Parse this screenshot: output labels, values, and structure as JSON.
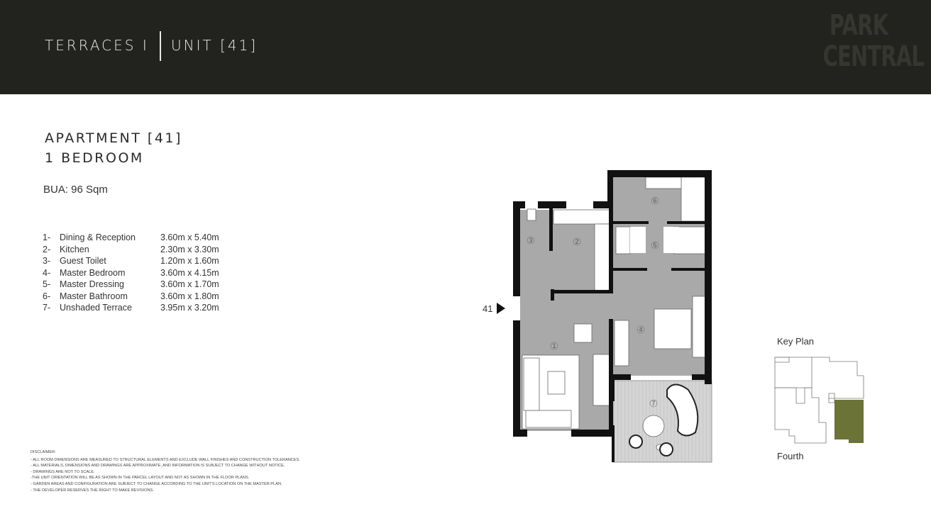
{
  "header": {
    "project": "TERRACES I",
    "unit": "UNIT [41]",
    "logo_text": [
      "PARK",
      "CENTRAL"
    ]
  },
  "apartment": {
    "title": "APARTMENT [41]",
    "type": "1 BEDROOM",
    "bua": "BUA: 96 Sqm"
  },
  "rooms": [
    {
      "num": "1-",
      "name": "Dining & Reception",
      "dims": "3.60m x 5.40m"
    },
    {
      "num": "2-",
      "name": "Kitchen",
      "dims": "2.30m x 3.30m"
    },
    {
      "num": "3-",
      "name": "Guest Toilet",
      "dims": "1.20m x 1.60m"
    },
    {
      "num": "4-",
      "name": "Master Bedroom",
      "dims": "3.60m x 4.15m"
    },
    {
      "num": "5-",
      "name": "Master Dressing",
      "dims": "3.60m x 1.70m"
    },
    {
      "num": "6-",
      "name": "Master Bathroom",
      "dims": "3.60m x 1.80m"
    },
    {
      "num": "7-",
      "name": "Unshaded Terrace",
      "dims": "3.95m x 3.20m"
    }
  ],
  "plan": {
    "unit_marker": "41",
    "room_numbers": [
      "1",
      "2",
      "3",
      "4",
      "5",
      "6",
      "7"
    ]
  },
  "key_plan": {
    "title": "Key Plan",
    "floor": "Fourth",
    "highlight_color": "#6b7337"
  },
  "disclaimer": {
    "title": "DISCLAIMER:",
    "lines": [
      "- ALL ROOM DIMENSIONS ARE MEASURED TO STRUCTURAL ELEMENTS AND EXCLUDE WALL FINISHES AND CONSTRUCTION TOLERANCES.",
      "- ALL MATERIALS, DIMENSIONS AND DRAWINGS ARE APPROXIMATE, AND INFORMATION IS SUBJECT TO CHANGE WITHOUT NOTICE.",
      "- DRAWINGS ARE NOT TO SCALE.",
      "-THE UNIT ORIENTATION WILL BE AS SHOWN IN THE PARCEL LAYOUT AND NOT AS SHOWN IN THE FLOOR PLANS.",
      "- GARDEN AREAS AND CONFIGURATION ARE SUBJECT TO CHANGE ACCORDING TO THE UNIT'S LOCATION ON THE MASTER PLAN.",
      "- THE DEVELOPER RESERVES THE RIGHT TO MAKE REVISIONS."
    ]
  },
  "colors": {
    "header_bg": "#22231f",
    "room_fill": "#a9a9a9",
    "wall": "#111111"
  }
}
